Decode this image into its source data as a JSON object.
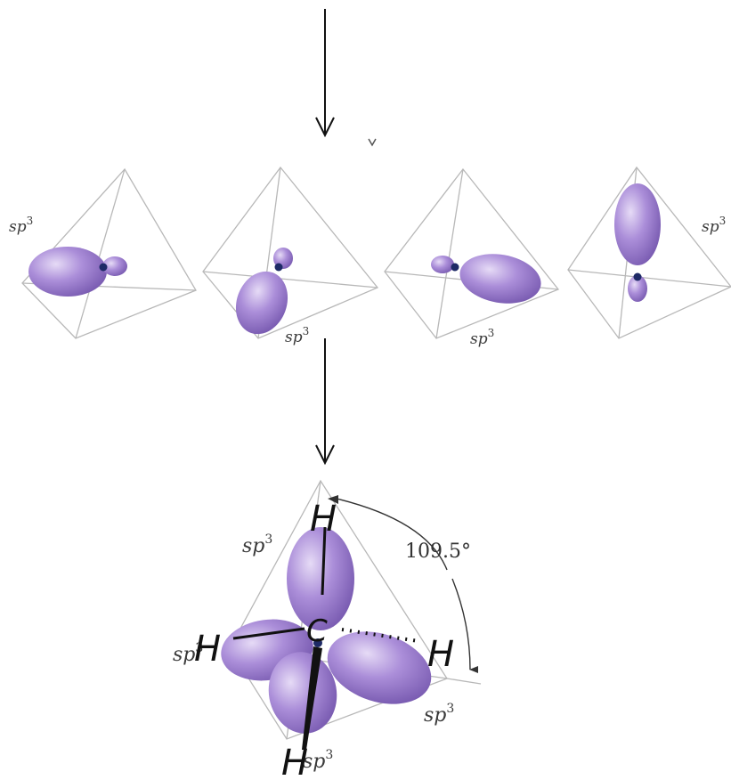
{
  "colors": {
    "orbital_light": "#d9c8f0",
    "orbital_mid": "#a98bd8",
    "orbital_dark": "#7b5bb0",
    "nucleus": "#1e2a66",
    "edge": "#b8b8b8",
    "arrow": "#111111"
  },
  "labels": {
    "hybrid": "sp",
    "superscript": "3",
    "angle": "109.5°",
    "carbon": "C",
    "hydrogen": "H"
  }
}
